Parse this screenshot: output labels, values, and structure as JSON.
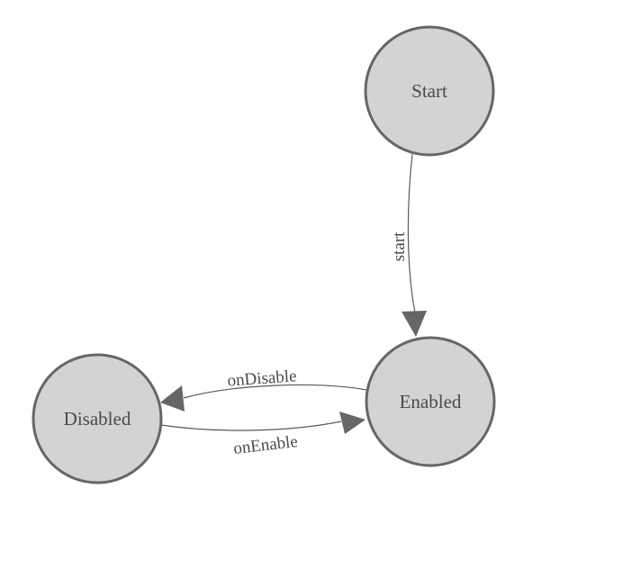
{
  "diagram": {
    "colors": {
      "background": "#ffffff",
      "node_fill": "#d3d3d3",
      "node_stroke": "#666666",
      "edge_line": "#5a5a5a",
      "arrowhead": "#666666",
      "label_text": "#4a4a4a"
    },
    "nodes": [
      {
        "id": "start",
        "label": "Start"
      },
      {
        "id": "enabled",
        "label": "Enabled"
      },
      {
        "id": "disabled",
        "label": "Disabled"
      }
    ],
    "edges": [
      {
        "from": "Start",
        "to": "Enabled",
        "label": "start"
      },
      {
        "from": "Enabled",
        "to": "Disabled",
        "label": "onDisable"
      },
      {
        "from": "Disabled",
        "to": "Enabled",
        "label": "onEnable"
      }
    ]
  }
}
